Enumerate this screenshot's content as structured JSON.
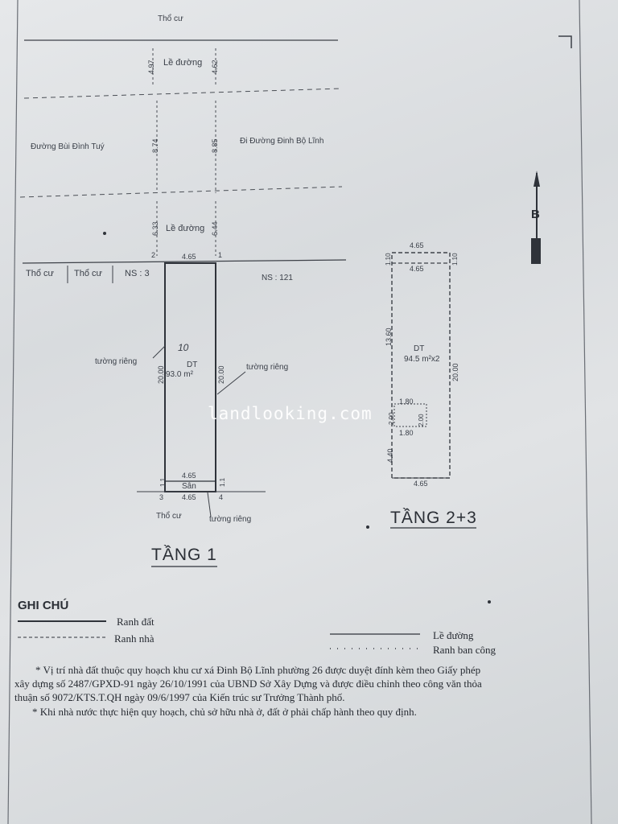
{
  "top": {
    "tho_cu_top": "Thổ cư",
    "le_duong_top": "Lề đường",
    "w_497": "4.97",
    "w_462": "4.62",
    "road_left": "Đường Bùi Đình Tuý",
    "road_right": "Đi Đường Đinh Bộ Lĩnh",
    "w_874": "8.74",
    "w_885": "8.85",
    "le_duong_bottom": "Lề đường",
    "w_633": "6.33",
    "w_644": "6.44"
  },
  "floor1": {
    "pt2": "2",
    "pt1": "1",
    "pt3": "3",
    "pt4": "4",
    "width_top": "4.65",
    "tho_cu_1": "Thổ cư",
    "tho_cu_2": "Thổ cư",
    "ns_left": "NS : 3",
    "ns_right": "NS : 121",
    "lot_no": "10",
    "tuong_rieng_left": "tường riêng",
    "tuong_rieng_right": "tường riêng",
    "len_left": "20.00",
    "len_right": "20.00",
    "dt_label": "DT",
    "dt_value": "93.0 m²",
    "san_width": "4.65",
    "san_label": "Sân",
    "bottom_width": "4.65",
    "edge_l": "1.1",
    "edge_r": "1.1",
    "tho_cu_bottom": "Thổ cư",
    "tuong_rieng_bottom": "tường riêng",
    "title": "TẦNG 1"
  },
  "floor23": {
    "w_top_outer": "4.65",
    "w_top_inner": "4.65",
    "off_l": "1.10",
    "off_r": "1.10",
    "len_inner": "13.60",
    "len_total": "20.00",
    "dt_label": "DT",
    "dt_value": "94.5 m²x2",
    "bal_w1": "1.80",
    "bal_h": "2.00",
    "bal_w2": "1.80",
    "bal_side": "2.00",
    "len_bottom": "4.40",
    "w_bottom": "4.65",
    "title": "TẦNG 2+3"
  },
  "north": {
    "label": "B"
  },
  "watermark": "landlooking.com",
  "legend": {
    "heading": "GHI CHÚ",
    "ranh_dat": "Ranh đất",
    "ranh_nha": "Ranh nhà",
    "le_duong": "Lề đường",
    "ranh_ban_cong": "Ranh ban công"
  },
  "notes": {
    "n1_line1": "* Vị trí nhà đất thuộc quy hoạch khu cư xá Đinh Bộ Lĩnh phường 26 được duyệt đính kèm theo Giấy phép",
    "n1_line2": "xây dựng số 2487/GPXD-91 ngày 26/10/1991 của UBND Sở Xây Dựng và được điều chỉnh theo công văn thỏa",
    "n1_line3": "thuận số 9072/KTS.T.QH ngày 09/6/1997 của Kiến trúc sư Trưởng Thành phố.",
    "n2": "* Khi nhà nước thực hiện quy hoạch, chủ sở hữu nhà ở, đất ở phải chấp hành theo quy định."
  }
}
